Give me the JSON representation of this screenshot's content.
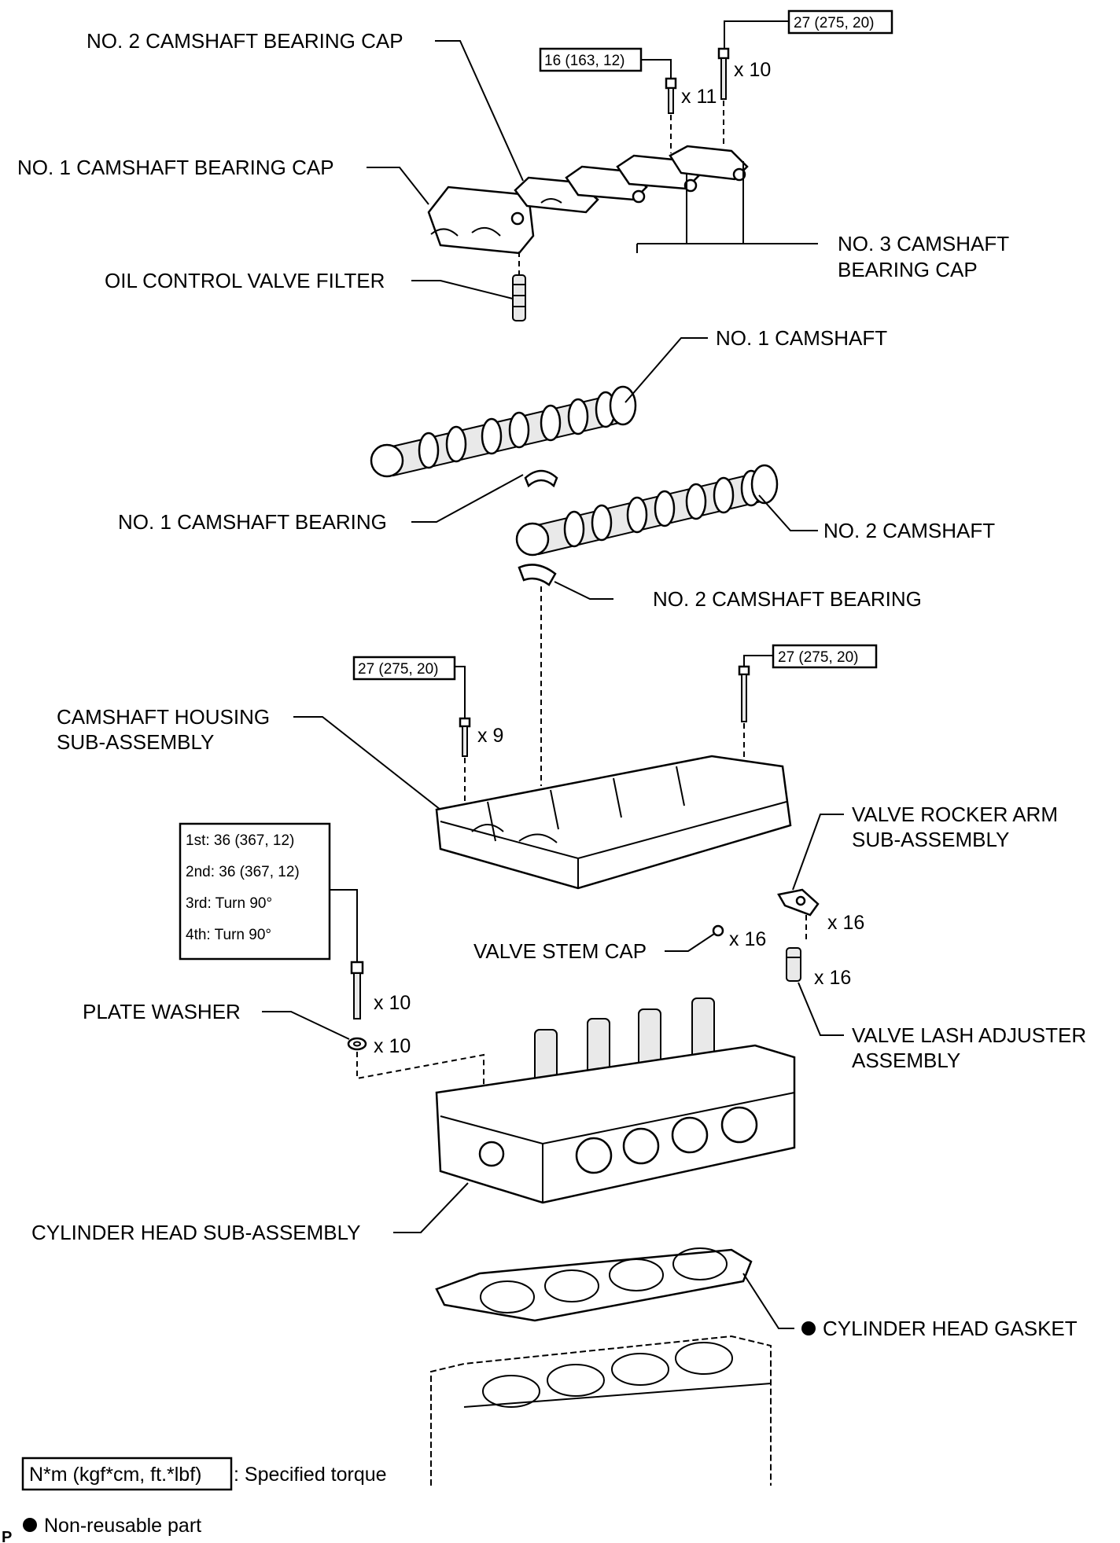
{
  "labels": {
    "no2_cap": "NO. 2 CAMSHAFT BEARING CAP",
    "no1_cap": "NO. 1 CAMSHAFT BEARING CAP",
    "no3_cap_1": "NO. 3 CAMSHAFT",
    "no3_cap_2": "BEARING CAP",
    "ocv_filter": "OIL CONTROL VALVE FILTER",
    "no1_camshaft": "NO. 1 CAMSHAFT",
    "no1_bearing": "NO. 1 CAMSHAFT BEARING",
    "no2_camshaft": "NO. 2 CAMSHAFT",
    "no2_bearing": "NO. 2 CAMSHAFT BEARING",
    "housing_1": "CAMSHAFT HOUSING",
    "housing_2": "SUB-ASSEMBLY",
    "rocker_1": "VALVE ROCKER ARM",
    "rocker_2": "SUB-ASSEMBLY",
    "stem_cap": "VALVE STEM CAP",
    "plate_washer": "PLATE WASHER",
    "lash_1": "VALVE LASH ADJUSTER",
    "lash_2": "ASSEMBLY",
    "cyl_head": "CYLINDER HEAD SUB-ASSEMBLY",
    "gasket": "CYLINDER HEAD GASKET"
  },
  "torques": {
    "cap_bolt_a": "27 (275, 20)",
    "cap_bolt_b": "16 (163, 12)",
    "housing_left": "27 (275, 20)",
    "housing_right": "27 (275, 20)",
    "head_bolt_steps": [
      "1st: 36 (367, 12)",
      "2nd: 36 (367, 12)",
      "3rd: Turn 90°",
      "4th: Turn 90°"
    ]
  },
  "quantities": {
    "cap_bolt_a": "x 10",
    "cap_bolt_b": "x 11",
    "housing_bolt": "x 9",
    "rocker_arm": "x 16",
    "stem_cap": "x 16",
    "lash_adjuster": "x 16",
    "head_bolt": "x 10",
    "plate_washer": "x 10"
  },
  "legend": {
    "torque_unit": "N*m (kgf*cm, ft.*lbf)",
    "torque_desc": ": Specified torque",
    "nonreusable": "Non-reusable part"
  },
  "figure_code": "P"
}
